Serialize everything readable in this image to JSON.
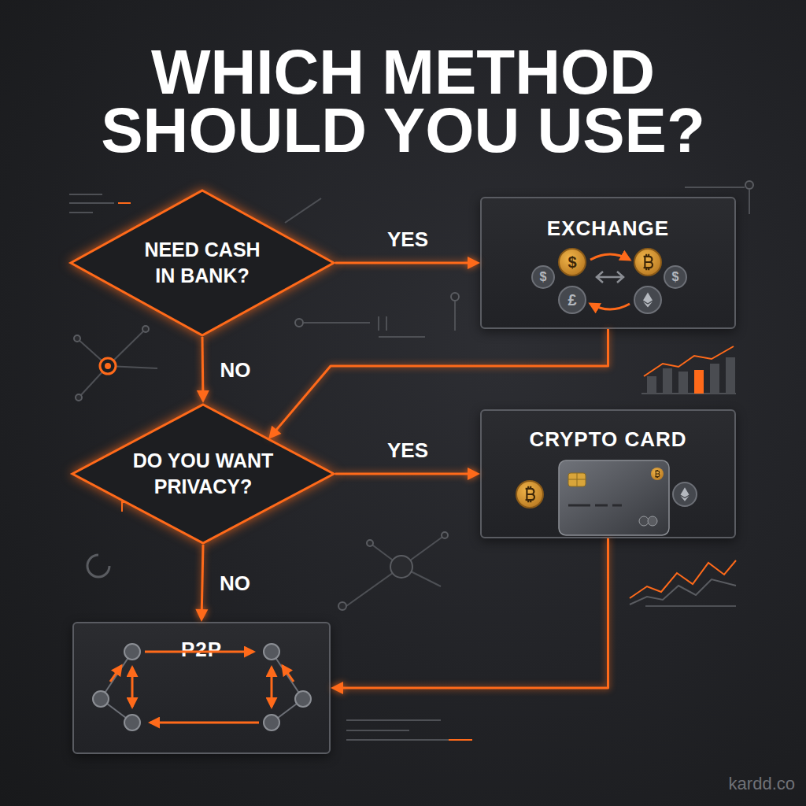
{
  "diagram": {
    "title": "WHICH METHOD SHOULD YOU USE?",
    "nodes": [
      {
        "text": [
          "NEED CASH IN BANK?"
        ]
      },
      {
        "text": [
          "EXCHANGE"
        ]
      },
      {
        "text": [
          "DO YOU WANT PRIVACY?"
        ]
      },
      {
        "text": [
          "CRYPTO CARD"
        ]
      },
      {
        "text": [
          "P2P"
        ]
      }
    ],
    "edges": [
      {
        "from": 0,
        "to": 1,
        "label": "YES",
        "arrow": "to"
      },
      {
        "from": 0,
        "to": 2,
        "label": "NO",
        "arrow": "to"
      },
      {
        "from": 1,
        "to": 2,
        "arrow": "to"
      },
      {
        "from": 2,
        "to": 3,
        "label": "YES",
        "arrow": "to"
      },
      {
        "from": 2,
        "to": 4,
        "label": "NO",
        "arrow": "to"
      },
      {
        "from": 3,
        "to": 4,
        "arrow": "to"
      }
    ],
    "labels": [
      "$",
      "$",
      "$",
      "£",
      "kardd.co"
    ]
  }
}
